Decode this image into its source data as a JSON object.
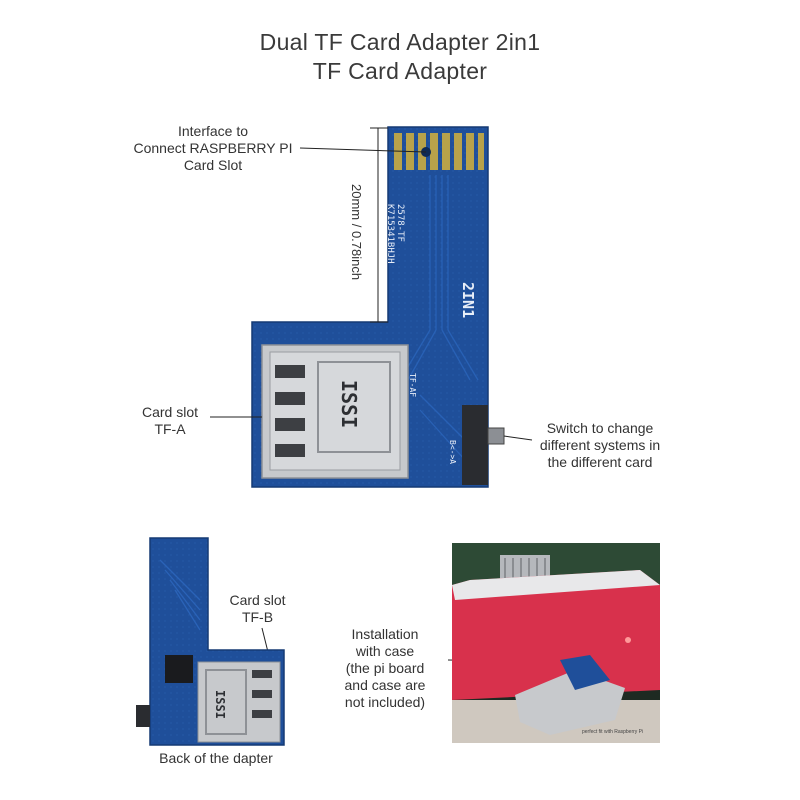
{
  "title": {
    "line1": "Dual TF Card Adapter 2in1",
    "line2": "TF Card Adapter"
  },
  "callouts": {
    "interface": [
      "Interface to",
      "Connect RASPBERRY PI",
      "Card Slot"
    ],
    "dimension": "20mm / 0.78inch",
    "card_slot_a": [
      "Card slot",
      "TF-A"
    ],
    "switch": [
      "Switch to change",
      "different systems in",
      "the different card"
    ],
    "card_slot_b": [
      "Card slot",
      "TF-B"
    ],
    "installation": [
      "Installation",
      "with case",
      "(the pi board",
      "and case are",
      "not included)"
    ],
    "back_caption": "Back of the dapter"
  },
  "board_labels": {
    "chip_code_1": "2578-TF",
    "chip_code_2": "K715341BHJH",
    "brand": "2IN1",
    "slot_mark": "TF-AF",
    "switch_mark": "B<->A",
    "slot_brand": "ISSI",
    "photo_caption": "perfect fit with Raspberry Pi"
  },
  "colors": {
    "pcb_blue": "#1f4f9a",
    "pcb_dark": "#173c78",
    "gold": "#b8a24a",
    "metal": "#c7c9cc",
    "case_red": "#d8314c"
  }
}
